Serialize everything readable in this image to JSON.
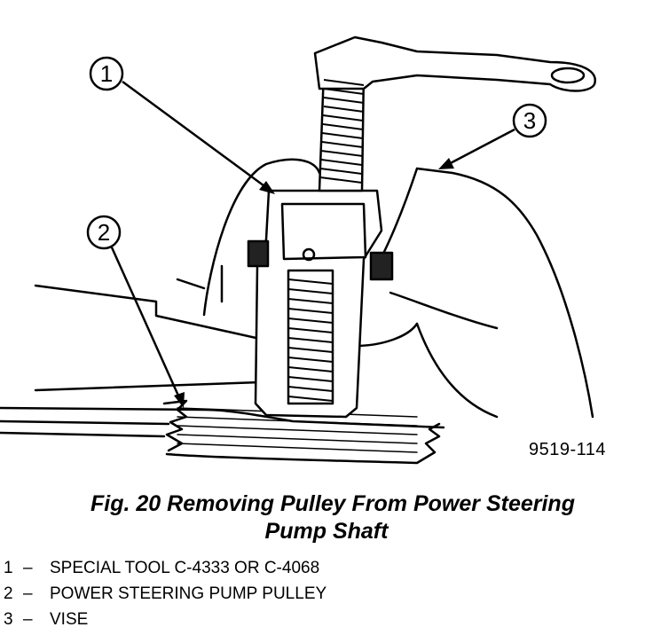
{
  "figure": {
    "code": "9519-114",
    "caption_line1": "Fig. 20 Removing Pulley From Power Steering",
    "caption_line2": "Pump Shaft"
  },
  "callouts": [
    {
      "number": "1",
      "label": "SPECIAL TOOL C-4333 OR C-4068"
    },
    {
      "number": "2",
      "label": "POWER STEERING PUMP PULLEY"
    },
    {
      "number": "3",
      "label": "VISE"
    }
  ],
  "legend_separator": "–"
}
